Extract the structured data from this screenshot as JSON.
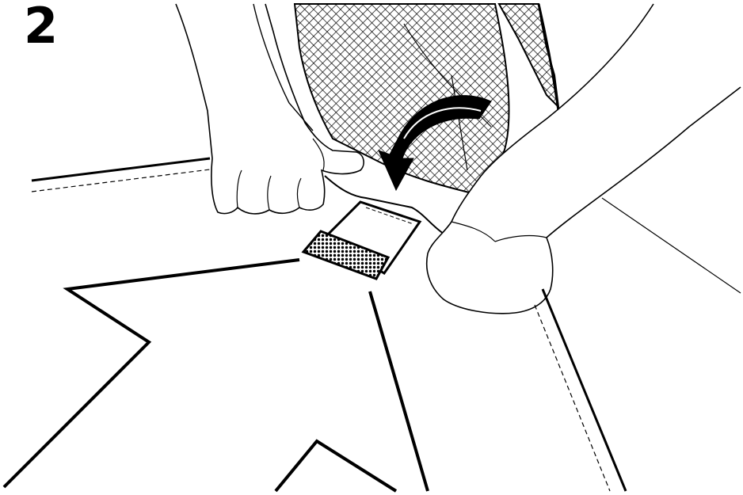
{
  "step": {
    "number": "2"
  },
  "colors": {
    "ink": "#000000",
    "paper": "#ffffff"
  },
  "illustration": {
    "parts": [
      "mesh-panel",
      "fabric-seam",
      "velcro-tab",
      "curved-arrow",
      "left-hand",
      "right-hand",
      "star-outline"
    ]
  }
}
